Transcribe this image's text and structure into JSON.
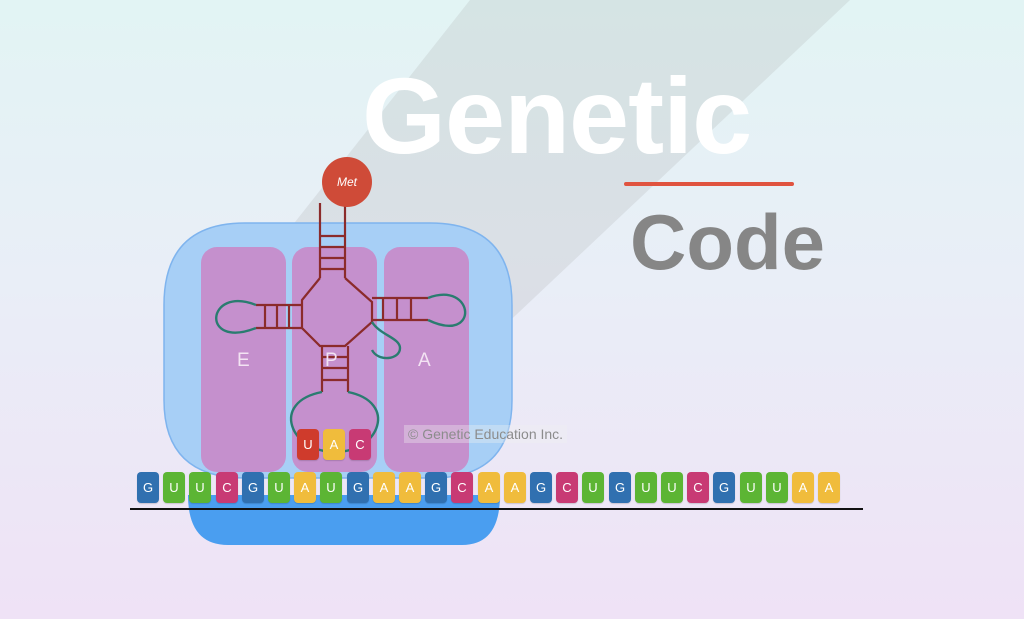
{
  "title": {
    "main": "Genetic",
    "sub": "Code"
  },
  "ribosome_sites": {
    "e": "E",
    "p": "P",
    "a": "A"
  },
  "amino_acid": "Met",
  "anticodon": [
    "U",
    "A",
    "C"
  ],
  "mrna": [
    "G",
    "U",
    "U",
    "C",
    "G",
    "U",
    "A",
    "U",
    "G",
    "A",
    "A",
    "G",
    "C",
    "A",
    "A",
    "G",
    "C",
    "U",
    "G",
    "U",
    "U",
    "C",
    "G",
    "U",
    "U",
    "A",
    "A"
  ],
  "watermark": "© Genetic Education Inc.",
  "colors": {
    "A": "#f0bc3c",
    "U": "#5cb534",
    "G": "#3070b0",
    "C": "#c83a74",
    "anticodon_U": "#cf3b2c",
    "met": "#cf4b38",
    "ribosome": "#9ec9f5",
    "sites": "#c88bc9",
    "trna": "#8b2b2b",
    "loop": "#2a7c70",
    "accent_rule": "#e0533f"
  }
}
